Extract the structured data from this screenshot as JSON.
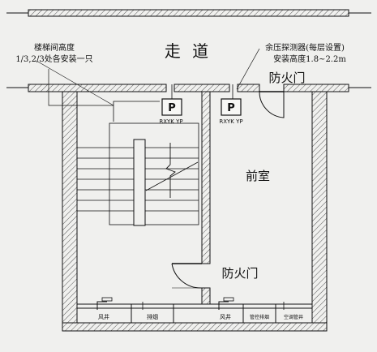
{
  "labels": {
    "corridor": "走 道",
    "stair_note_line1": "楼梯间高度",
    "stair_note_line2": "1/3,2/3处各安装一只",
    "detector_note_line1": "余压探测器(每层设置)",
    "detector_note_line2": "安装高度1.8~2.2m",
    "fire_door_top": "防火门",
    "front_room": "前室",
    "fire_door_bottom": "防火门"
  },
  "detectors": [
    {
      "symbol": "P",
      "model": "RXYK YP"
    },
    {
      "symbol": "P",
      "model": "RXYK YP"
    }
  ],
  "shafts": [
    {
      "label": "风井"
    },
    {
      "label": "排烟"
    },
    {
      "label": "风井"
    },
    {
      "label": "管控排烟"
    },
    {
      "label": "空调管井"
    }
  ],
  "colors": {
    "line": "#111111",
    "hatch": "#555555",
    "background": "#f0f0ee"
  }
}
